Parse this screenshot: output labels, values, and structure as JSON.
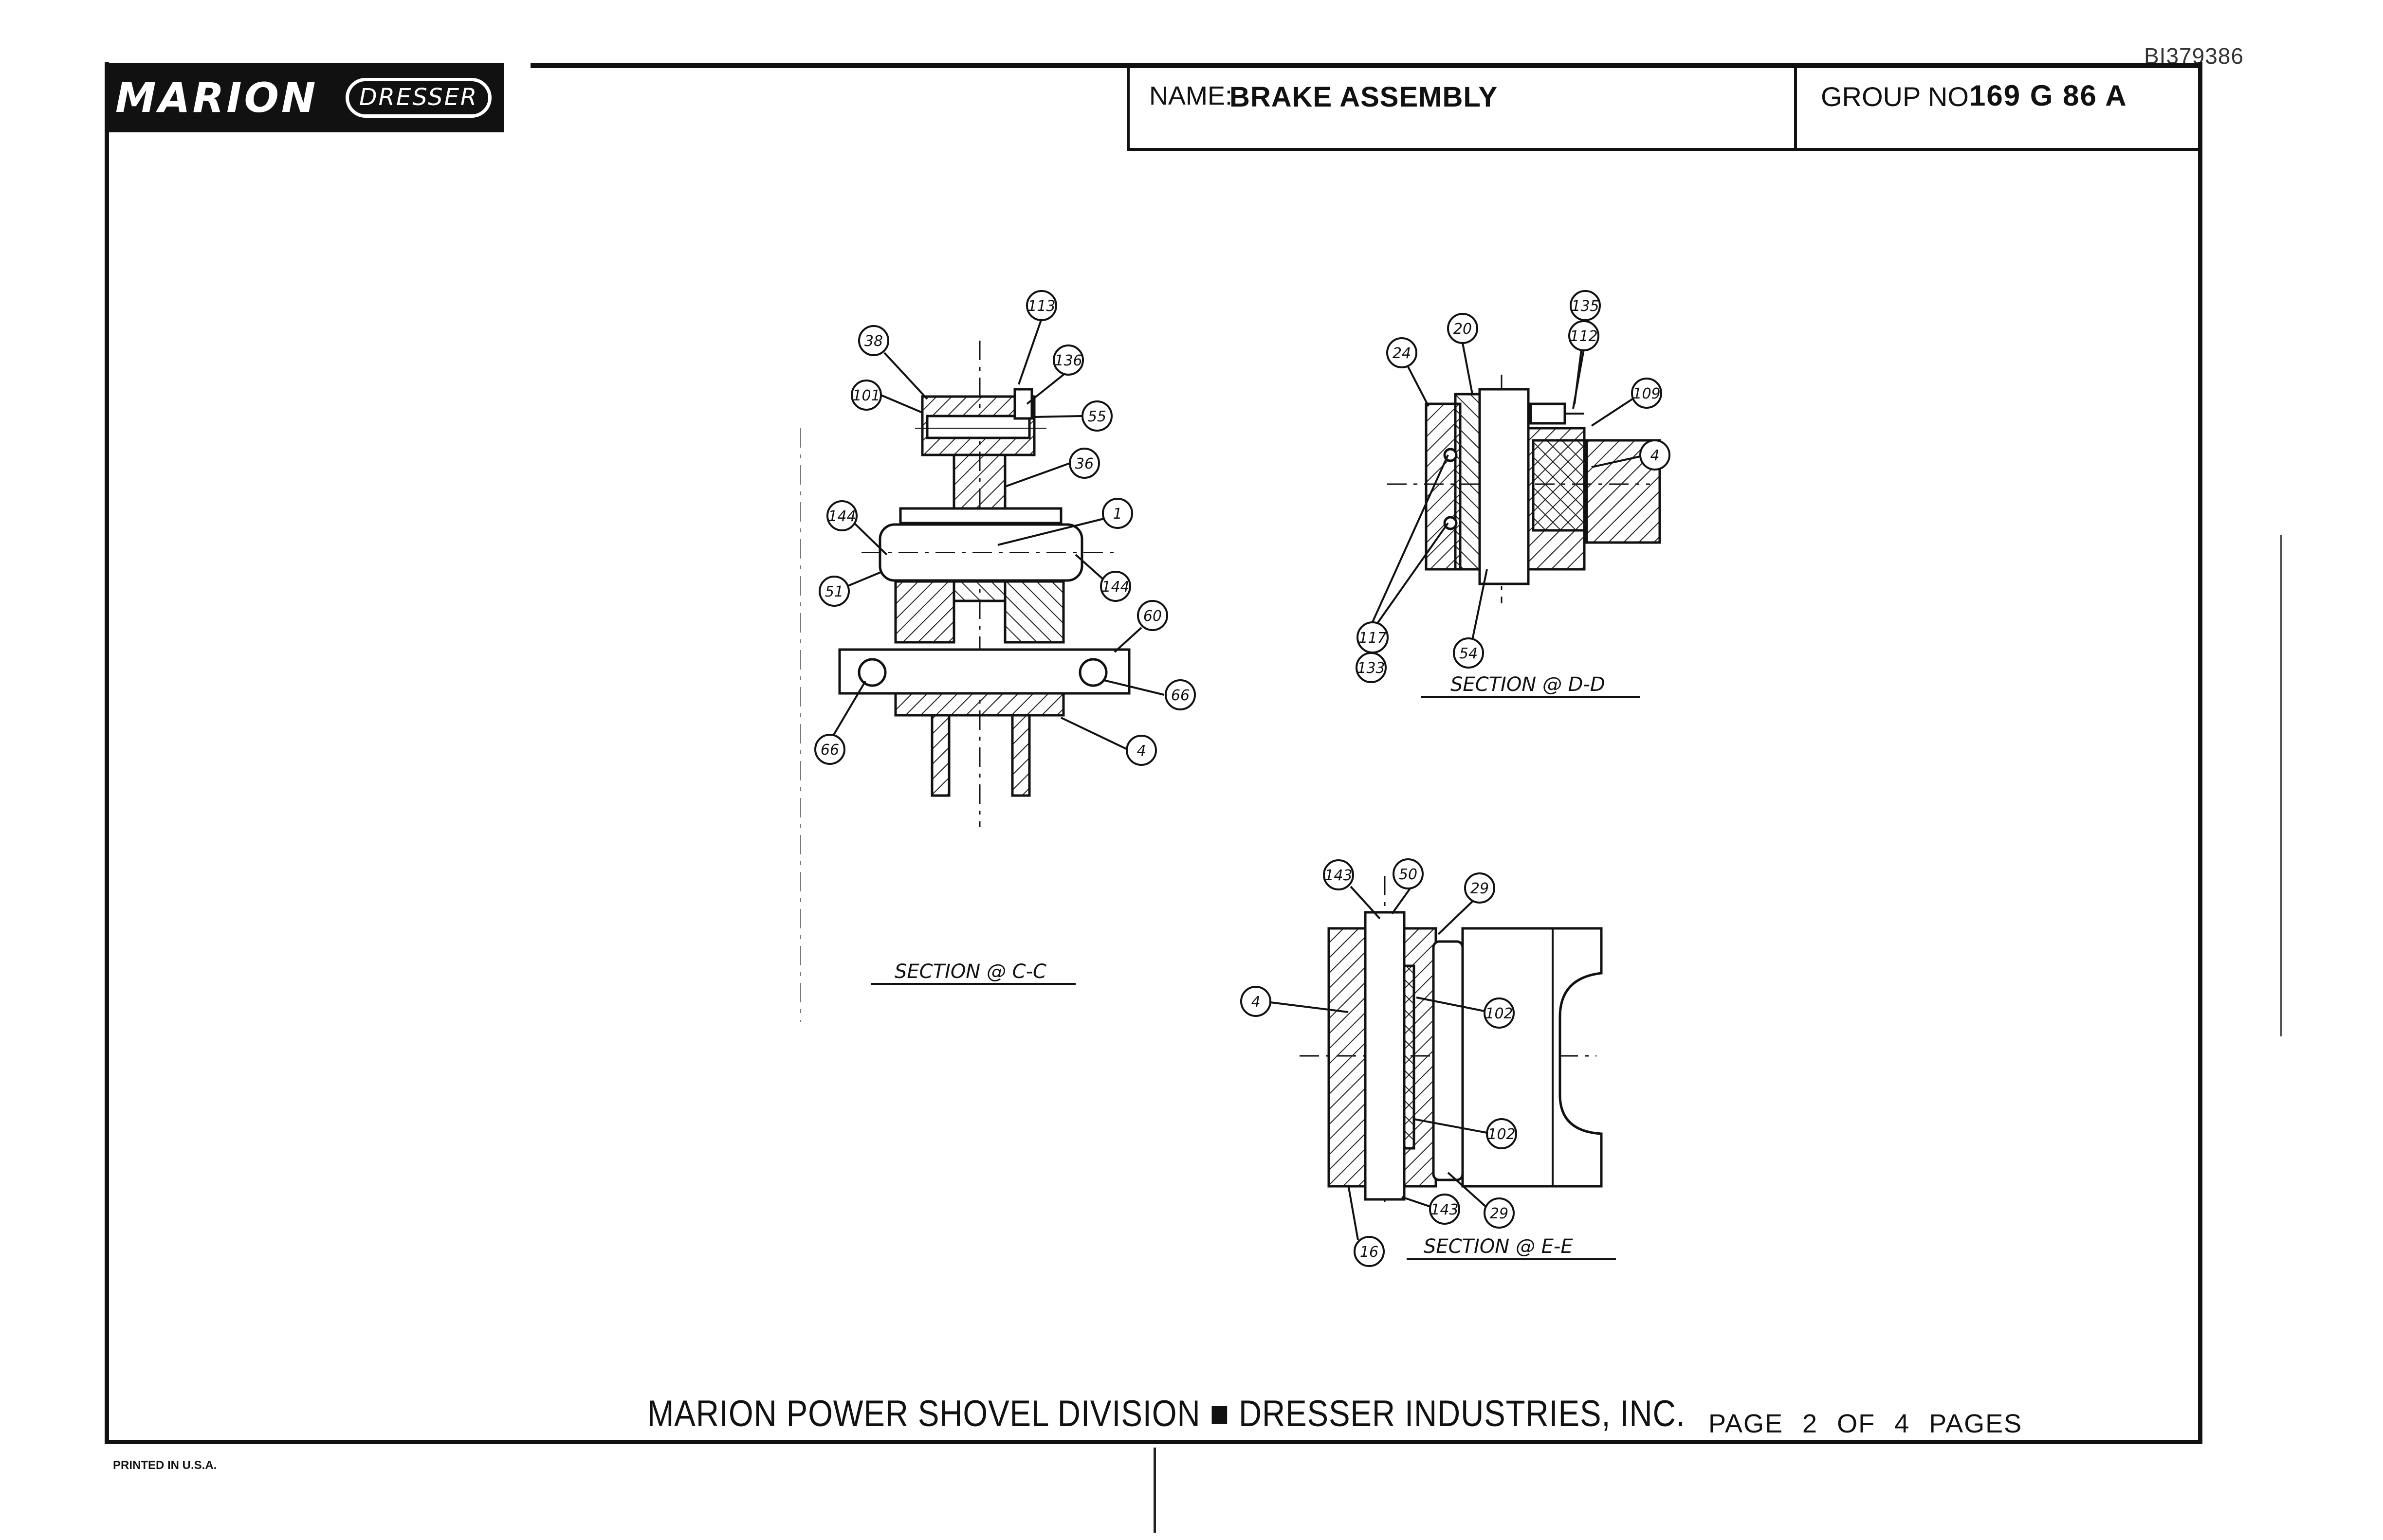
{
  "doc_id": "BI379386",
  "logo": {
    "brand": "MARION",
    "sub_brand": "DRESSER"
  },
  "title_block": {
    "name_label": "NAME:",
    "name_value": "BRAKE ASSEMBLY",
    "group_label": "GROUP NO",
    "group_value": "169 G 86 A"
  },
  "footer": {
    "company": "MARION POWER SHOVEL DIVISION ■ DRESSER INDUSTRIES, INC.",
    "page": "PAGE 2 OF 4 PAGES",
    "printed": "PRINTED IN U.S.A."
  },
  "sections": [
    {
      "label": "SECTION @ C-C",
      "balloons": [
        "113",
        "38",
        "136",
        "101",
        "55",
        "36",
        "144",
        "1",
        "51",
        "144",
        "60",
        "66",
        "66",
        "4"
      ]
    },
    {
      "label": "SECTION @ D-D",
      "balloons": [
        "135",
        "20",
        "24",
        "112",
        "109",
        "4",
        "117",
        "133",
        "54"
      ]
    },
    {
      "label": "SECTION @ E-E",
      "balloons": [
        "143",
        "50",
        "29",
        "4",
        "102",
        "102",
        "143",
        "29",
        "16"
      ]
    }
  ]
}
